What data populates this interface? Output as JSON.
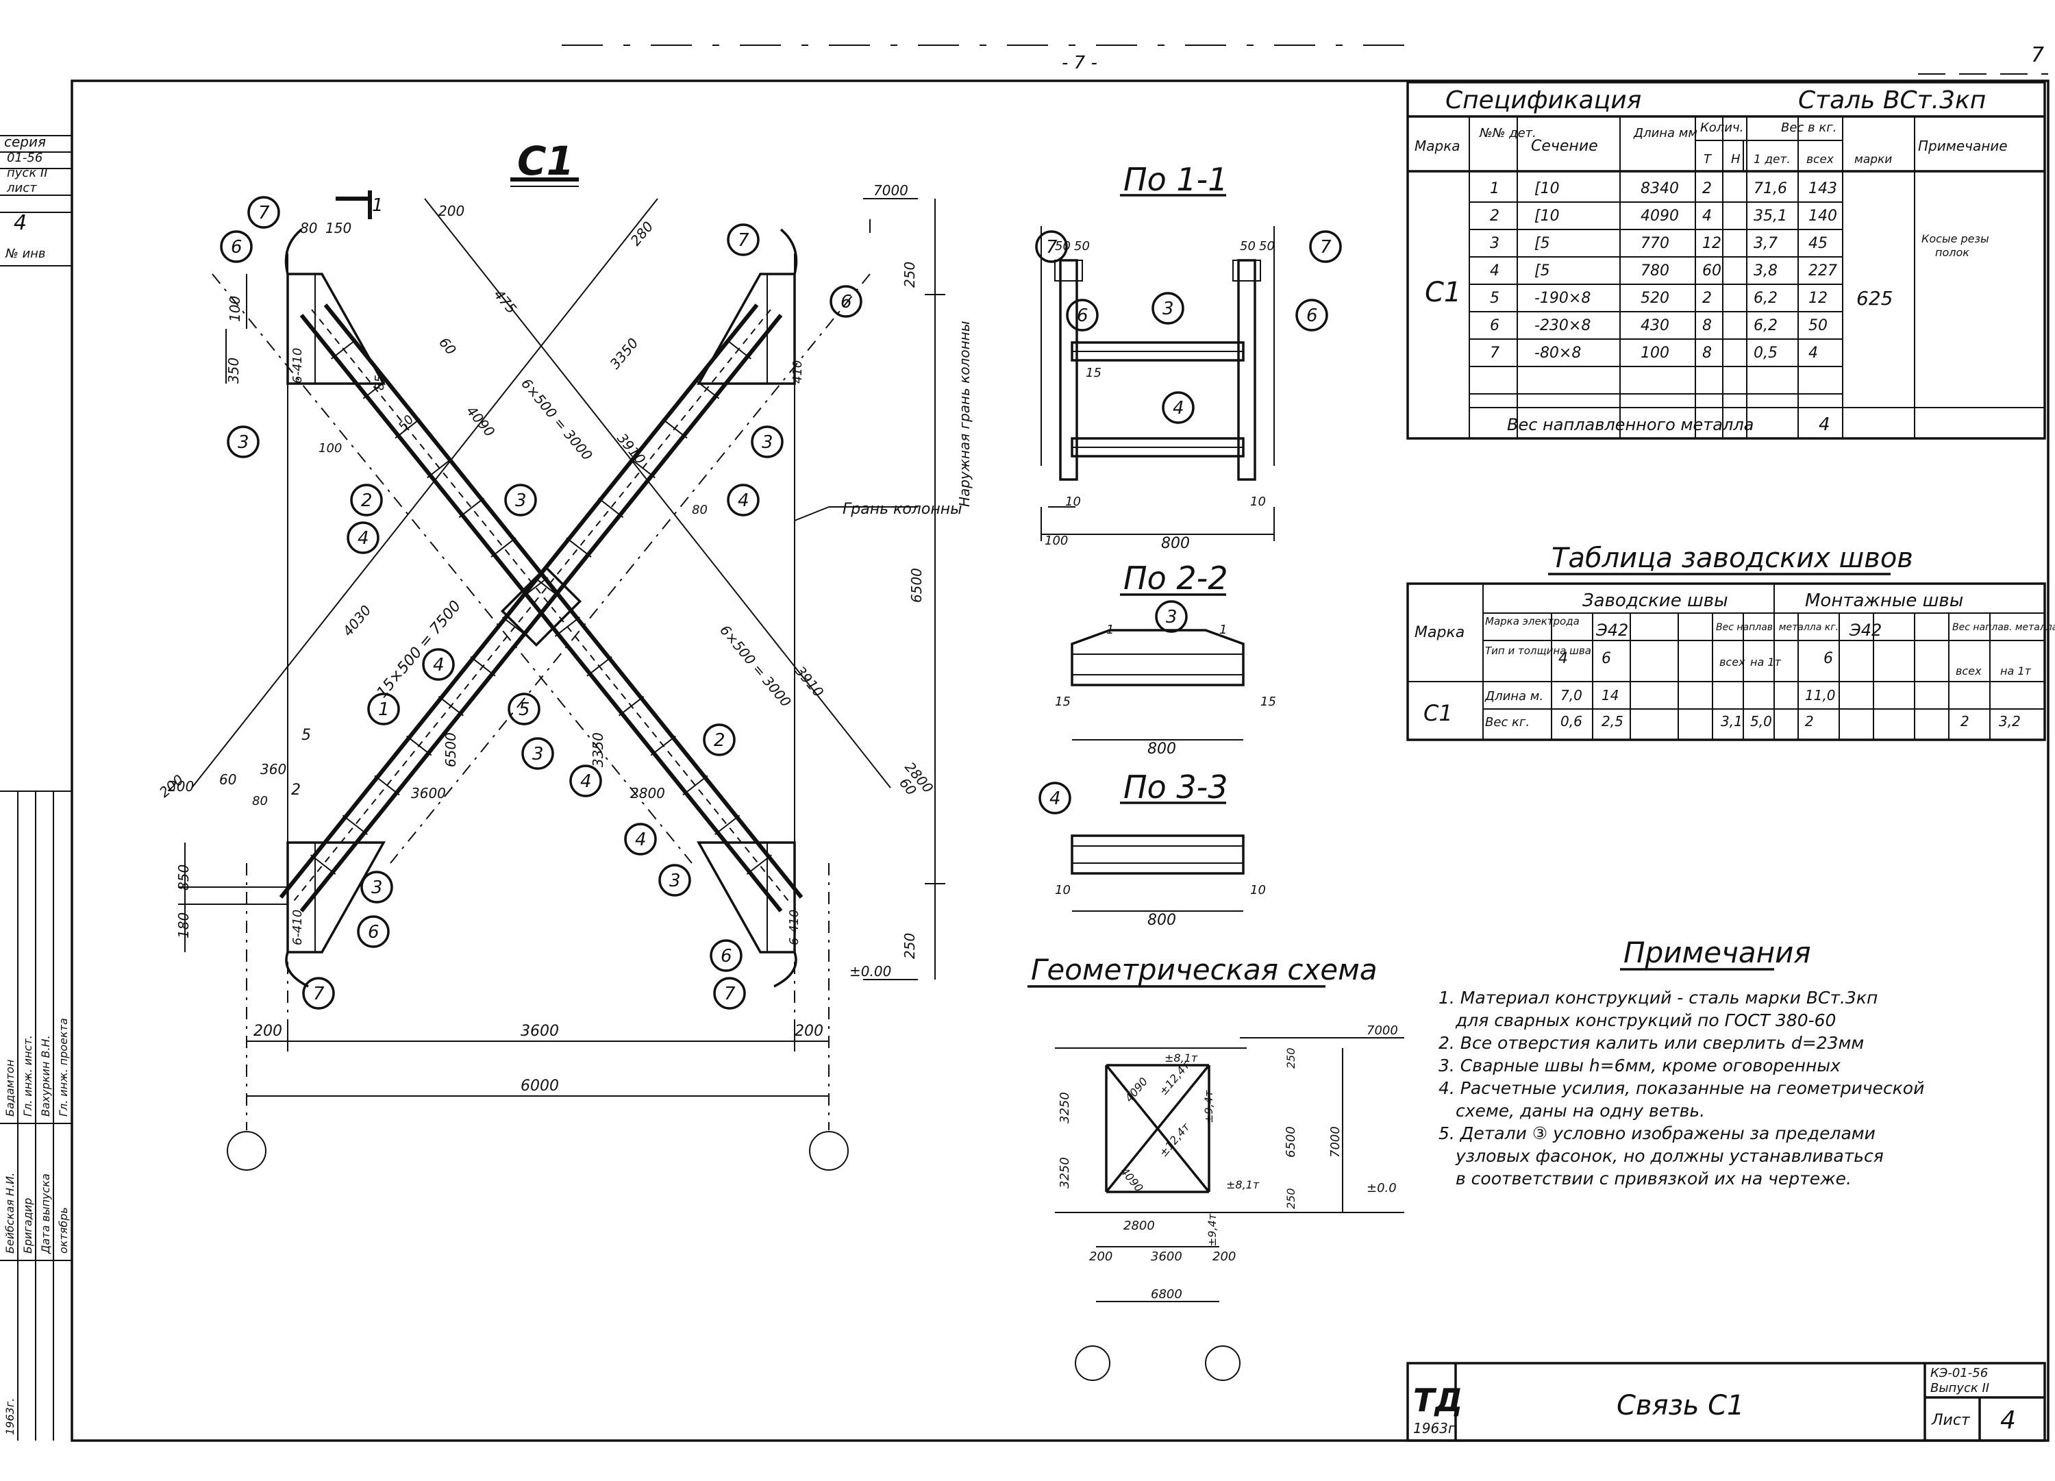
{
  "page": {
    "number": "- 7 -",
    "corner_mark": "7"
  },
  "left_strip": {
    "series": "серия",
    "code": "01-56",
    "issue": "пуск II",
    "sheet_label": "лист",
    "sheet_value": "4",
    "inv": "№ инв",
    "signatures": [
      "Бадамтон",
      "Гл. инж. инст.",
      "Вахуркин В.Н.",
      "Гл. инж. проекта",
      "Бейбская Н.И.",
      "Бригадир",
      "Дата выпуска",
      "октябрь",
      "1963г."
    ]
  },
  "main_view": {
    "title": "С1",
    "section_mark": "1",
    "column_label": "Грань колонны",
    "inner_face_label": "Наружная грань колонны",
    "dims": {
      "d200a": "200",
      "d150": "150",
      "d80": "80",
      "d250": "250",
      "d100a": "100",
      "d350": "350",
      "d6_410": "6-410",
      "d410": "410",
      "d200b": "200",
      "d280": "280",
      "d60": "60",
      "d475": "475",
      "d4090": "4090",
      "d6_500": "6×500 = 3000",
      "d3910": "3910",
      "d3350": "3350",
      "d85": "85",
      "d50": "50",
      "d100b": "100",
      "d80b": "80",
      "d15_500": "15×500 = 7500",
      "d4030": "4030",
      "d2800": "2800",
      "d3600": "3600",
      "d6500": "6500",
      "d850": "850",
      "d180": "180",
      "d250b": "250",
      "d3600b": "3600",
      "d200c": "200",
      "d200d": "200",
      "d6000": "6000",
      "d2800b": "2800",
      "d360": "360",
      "d5": "5",
      "d3": "3",
      "d2": "2",
      "d7000": "7000",
      "d000": "±0.00"
    },
    "balloons": [
      "7",
      "6",
      "3",
      "2",
      "4",
      "1",
      "5"
    ]
  },
  "section_1_1": {
    "title": "По 1-1",
    "d50a": "50",
    "d50b": "50",
    "d100": "100",
    "d800": "800",
    "d10a": "10",
    "d10b": "10",
    "d15": "15"
  },
  "section_2_2": {
    "title": "По 2-2",
    "d15a": "15",
    "d15b": "15",
    "d800": "800",
    "mark": "1"
  },
  "section_3_3": {
    "title": "По 3-3",
    "d10a": "10",
    "d10b": "10",
    "d800": "800"
  },
  "geo_scheme": {
    "title": "Геометрическая схема",
    "d7000a": "7000",
    "d3250a": "3250",
    "d3250b": "3250",
    "d6500": "6500",
    "d7000b": "7000",
    "d250": "250",
    "d250b": "250",
    "d2800": "2800",
    "d3600": "3600",
    "d200a": "200",
    "d200b": "200",
    "d6800": "6800",
    "f1": "±8,1т",
    "f2": "±12,4т",
    "f3": "±9,4т",
    "f4": "±12,4т",
    "f5": "±8,1т",
    "f6": "±9,4т",
    "l1": "4090",
    "l2": "4090",
    "top": "7000",
    "bot": "±0.0"
  },
  "spec": {
    "title": "Спецификация",
    "steel": "Сталь ВСт.3кп",
    "headers": {
      "mark": "Марка",
      "det": "№№ дет.",
      "section": "Сечение",
      "length": "Длина мм",
      "qty": "Колич.",
      "qty_t": "Т",
      "qty_n": "Н",
      "weight": "Вес в кг.",
      "w_one": "1 дет.",
      "w_all": "всех",
      "w_mark": "марки",
      "note": "Примечание"
    },
    "mark": "С1",
    "rows": [
      {
        "det": "1",
        "section": "[10",
        "length": "8340",
        "qty": "2",
        "w1": "71,6",
        "wall": "143",
        "note": ""
      },
      {
        "det": "2",
        "section": "[10",
        "length": "4090",
        "qty": "4",
        "w1": "35,1",
        "wall": "140",
        "note": ""
      },
      {
        "det": "3",
        "section": "[5",
        "length": "770",
        "qty": "12",
        "w1": "3,7",
        "wall": "45",
        "note": "Косые резы полок"
      },
      {
        "det": "4",
        "section": "[5",
        "length": "780",
        "qty": "60",
        "w1": "3,8",
        "wall": "227",
        "note": ""
      },
      {
        "det": "5",
        "section": "-190×8",
        "length": "520",
        "qty": "2",
        "w1": "6,2",
        "wall": "12",
        "note": ""
      },
      {
        "det": "6",
        "section": "-230×8",
        "length": "430",
        "qty": "8",
        "w1": "6,2",
        "wall": "50",
        "note": ""
      },
      {
        "det": "7",
        "section": "-80×8",
        "length": "100",
        "qty": "8",
        "w1": "0,5",
        "wall": "4",
        "note": ""
      }
    ],
    "mark_weight": "625",
    "weld_label": "Вес наплавленного металла",
    "weld_value": "4"
  },
  "welds": {
    "title": "Таблица заводских швов",
    "factory": "Заводские швы",
    "assembly": "Монтажные швы",
    "mark": "Марка",
    "electrode_label": "Марка электрода",
    "electrode_f": "Э42",
    "electrode_a": "Э42",
    "type_label": "Тип и толщина шва",
    "t4": "4",
    "t6": "6",
    "t6b": "6",
    "weight_label": "Вес наплав. металла кг.",
    "all": "всех",
    "per_t": "на 1т",
    "row_mark": "С1",
    "len_label": "Длина м.",
    "wt_label": "Вес кг.",
    "len_f4": "7,0",
    "len_f6": "14",
    "len_a6": "11,0",
    "wt_f4": "0,6",
    "wt_f6": "2,5",
    "wt_f_all": "3,1",
    "wt_f_t": "5,0",
    "wt_a6": "2",
    "wt_a_all": "2",
    "wt_a_t": "3,2"
  },
  "notes": {
    "title": "Примечания",
    "items": [
      "1. Материал конструкций - сталь марки ВСт.3кп",
      "для сварных конструкций по ГОСТ 380-60",
      "2. Все отверстия калить или сверлить d=23мм",
      "3. Сварные швы h=6мм, кроме оговоренных",
      "4. Расчетные усилия, показанные на геометрической",
      "схеме, даны на одну ветвь.",
      "5. Детали ③ условно изображены за пределами",
      "узловых фасонок, но должны устанавливаться",
      "в соответствии с привязкой их на чертеже."
    ]
  },
  "stamp": {
    "logo": "ТД",
    "year": "1963г",
    "title": "Связь С1",
    "code": "КЭ-01-56",
    "issue": "Выпуск II",
    "sheet_label": "Лист",
    "sheet": "4"
  }
}
